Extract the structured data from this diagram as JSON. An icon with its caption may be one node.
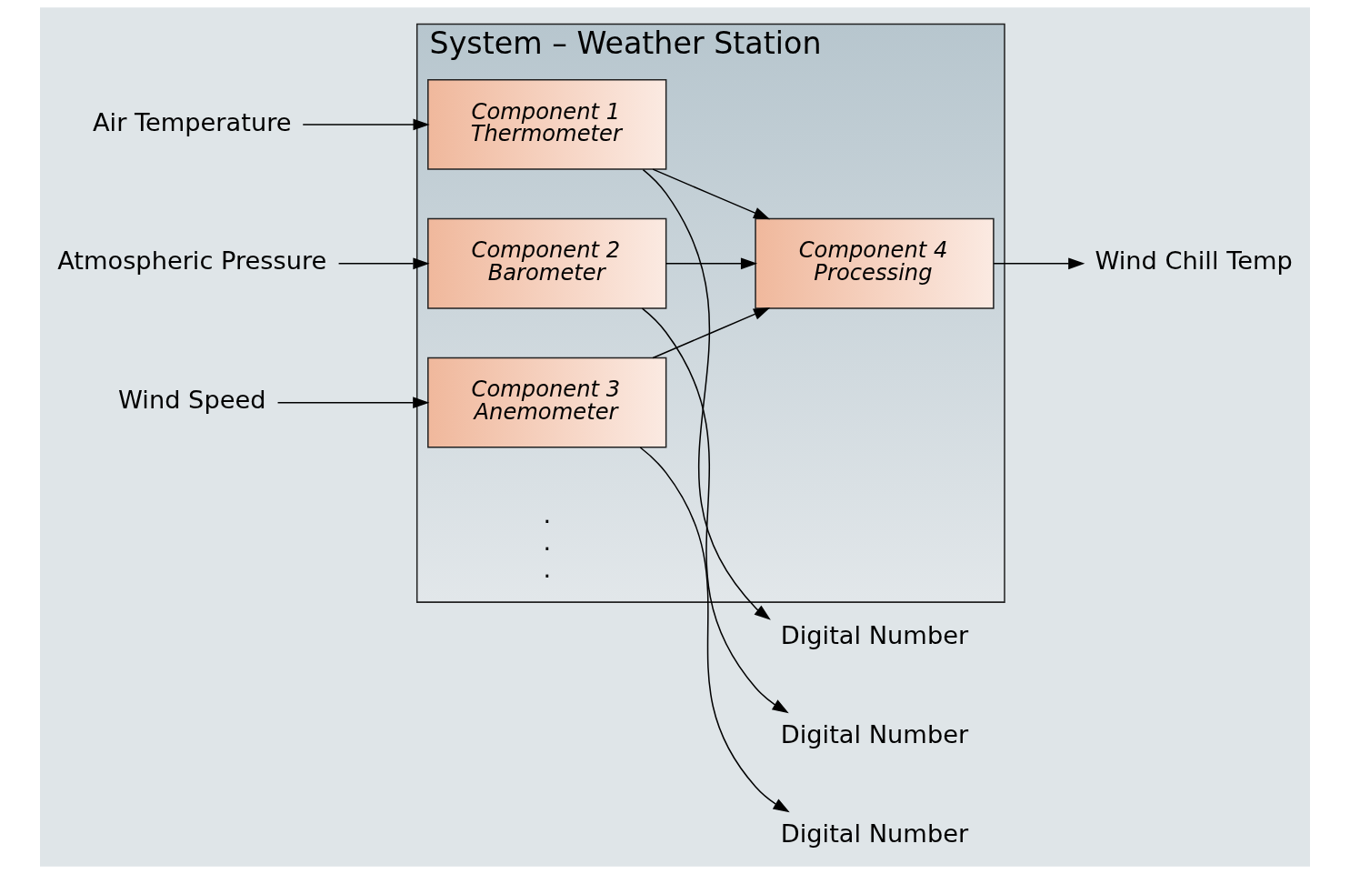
{
  "diagram": {
    "nodes": [
      {
        "text": [
          "System – Weather Station"
        ]
      },
      {
        "text": [
          "Air Temperature"
        ]
      },
      {
        "text": [
          "Component 1",
          "Thermometer"
        ],
        "in": 0
      },
      {
        "text": [
          "Digital Number"
        ]
      },
      {
        "text": [
          "Atmospheric Pressure"
        ]
      },
      {
        "text": [
          "Component 2",
          "Barometer"
        ],
        "in": 0
      },
      {
        "text": [
          "Digital Number"
        ]
      },
      {
        "text": [
          "Wind Speed"
        ]
      },
      {
        "text": [
          "Component 3",
          "Anemometer"
        ],
        "in": 0
      },
      {
        "text": [
          "Digital Number"
        ]
      },
      {
        "text": [
          "Component 4",
          "Processing"
        ],
        "in": 0
      },
      {
        "text": [
          "Wind Chill Temp"
        ]
      }
    ],
    "edges": [
      {
        "from": 1,
        "to": 2,
        "arrow": "to"
      },
      {
        "from": 2,
        "to": 3,
        "arrow": "to"
      },
      {
        "from": 2,
        "to": 10,
        "arrow": "to"
      },
      {
        "from": 4,
        "to": 5,
        "arrow": "to"
      },
      {
        "from": 5,
        "to": 6,
        "arrow": "to"
      },
      {
        "from": 5,
        "to": 10,
        "arrow": "to"
      },
      {
        "from": 7,
        "to": 8,
        "arrow": "to"
      },
      {
        "from": 8,
        "to": 9,
        "arrow": "to"
      },
      {
        "from": 8,
        "to": 10,
        "arrow": "to"
      },
      {
        "from": 10,
        "to": 11,
        "arrow": "to"
      }
    ],
    "labels": [
      ".",
      ".",
      "."
    ]
  }
}
